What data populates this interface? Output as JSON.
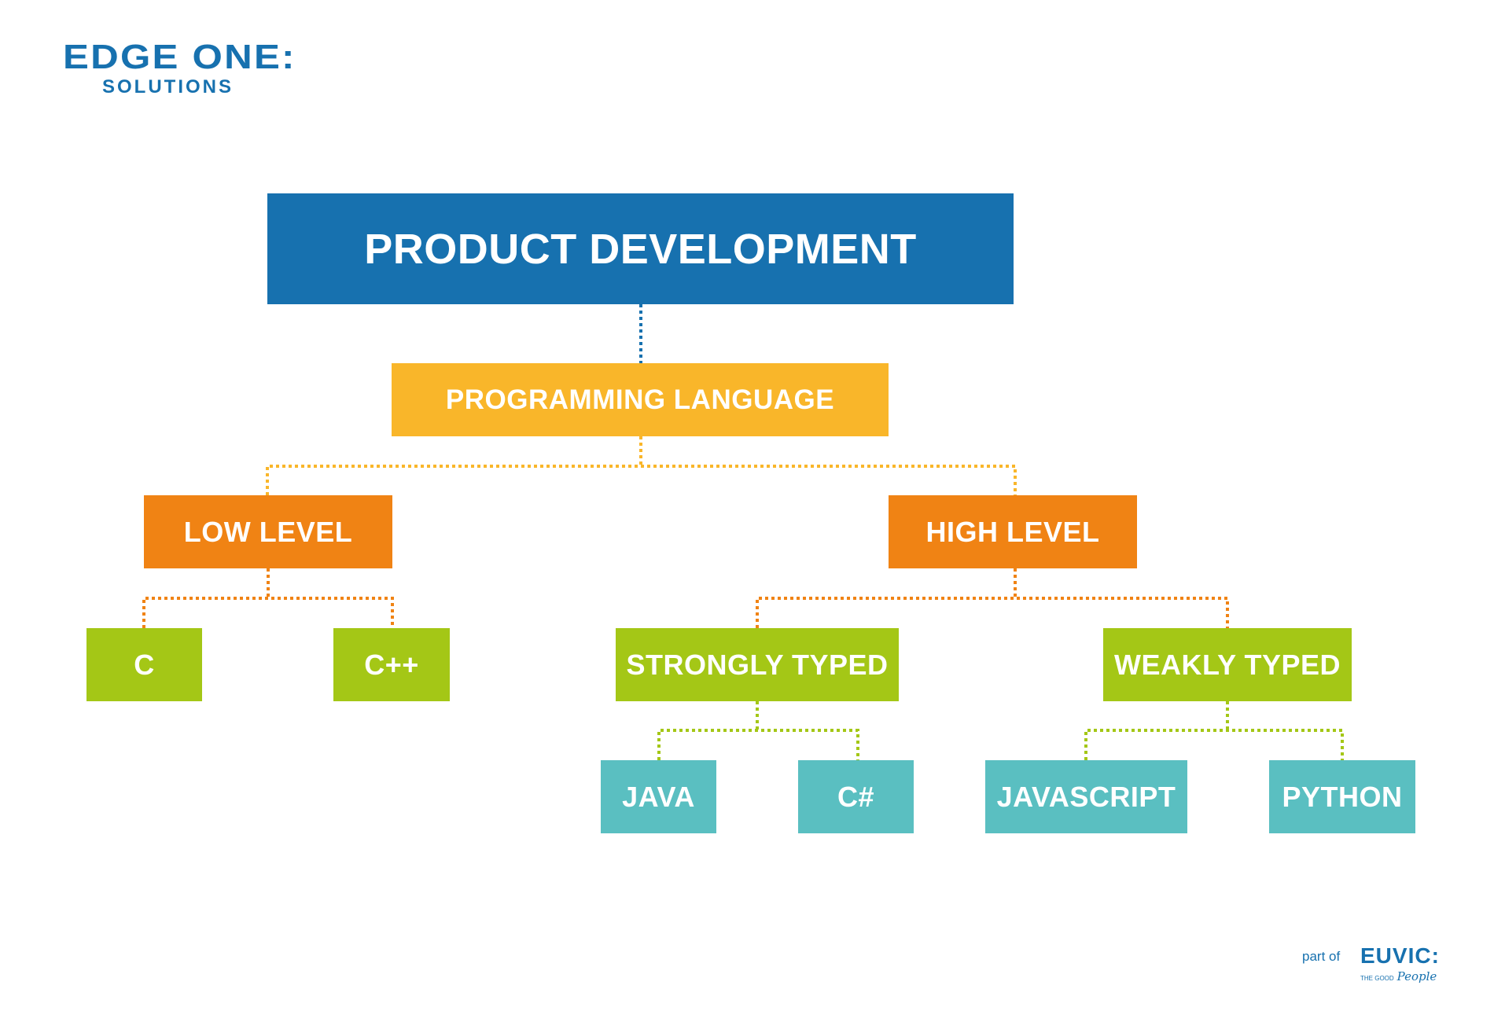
{
  "logo": {
    "line1": "EDGE ONE:",
    "line2": "SOLUTIONS"
  },
  "footer": {
    "part_of": "part of",
    "brand": "EUVIC:",
    "tagline": "THE GOOD",
    "tagline_script": "People"
  },
  "tree": {
    "root": "PRODUCT DEVELOPMENT",
    "category": "PROGRAMMING LANGUAGE",
    "low_level": "LOW LEVEL",
    "high_level": "HIGH LEVEL",
    "c": "C",
    "cpp": "C++",
    "strongly_typed": "STRONGLY TYPED",
    "weakly_typed": "WEAKLY TYPED",
    "java": "JAVA",
    "csharp": "C#",
    "javascript": "JAVASCRIPT",
    "python": "PYTHON"
  },
  "colors": {
    "root": "#1771af",
    "category": "#f9b62a",
    "level": "#f08314",
    "typing": "#a4c716",
    "language": "#5abfc1"
  }
}
